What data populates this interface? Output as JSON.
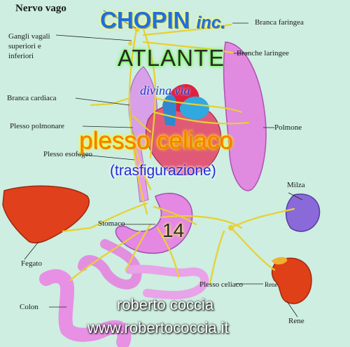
{
  "title": {
    "brand": "CHOPIN",
    "brand_suffix": "inc.",
    "series": "ATLANTE",
    "subtitle": "divina via"
  },
  "heading": {
    "main": "plesso celiaco",
    "sub": "(trasfigurazione)",
    "number": "14"
  },
  "credits": {
    "author": "roberto coccia",
    "website": "www.robertococcia.it"
  },
  "labels": {
    "nervo_vago": "Nervo vago",
    "gangli_line1": "Gangli vagali",
    "gangli_line2": "superiori e",
    "gangli_line3": "inferiori",
    "branca_cardiaca": "Branca cardiaca",
    "plesso_polmonare": "Plesso polmonare",
    "plesso_esofageo": "Plesso esofageo",
    "branca_faringea": "Branca faringea",
    "branche_laringee": "Branche laringee",
    "polmone": "Polmone",
    "milza": "Milza",
    "stomaco": "Stomaco",
    "fegato": "Fegato",
    "colon": "Colon",
    "plesso_celiaco": "Plesso celiaco",
    "rene_small": "Rene",
    "rene": "Rene"
  },
  "colors": {
    "background": "#cdeee0",
    "nerve": "#e8d030",
    "organ_pink": "#e488e4",
    "liver": "#e0401c",
    "kidney": "#e04018",
    "spleen": "#8a6ad8",
    "heart_red": "#e02040",
    "heart_blue": "#30a8e0"
  }
}
